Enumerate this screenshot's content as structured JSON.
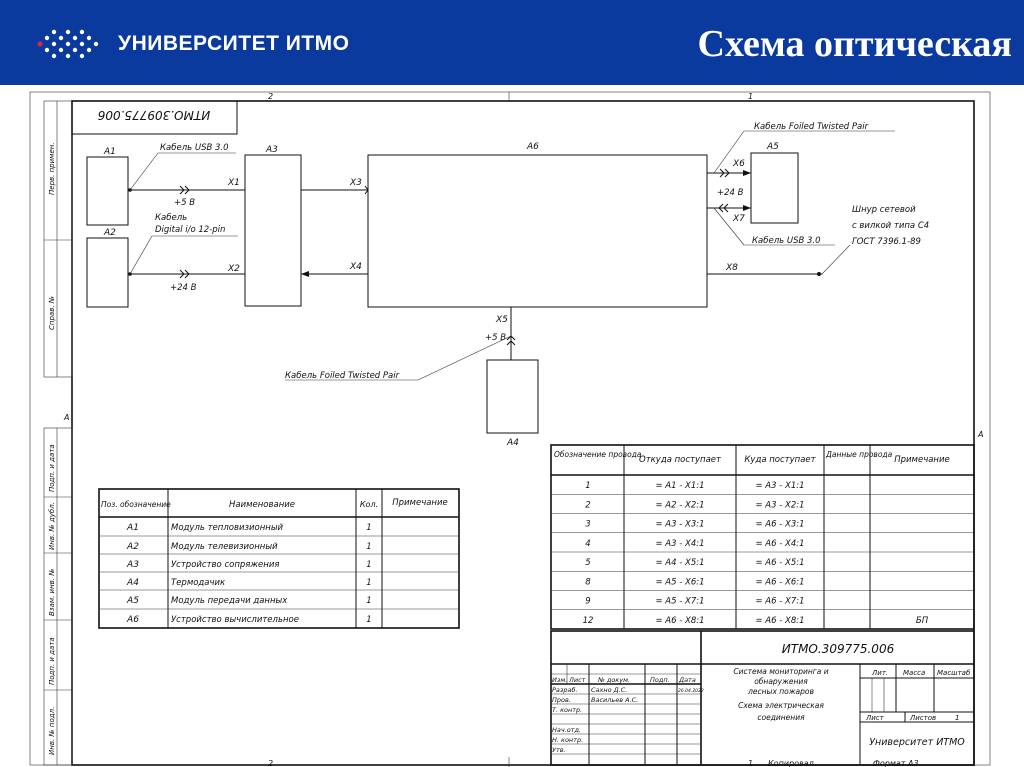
{
  "header": {
    "logo_text": "УНИВЕРСИТЕТ ИТМО",
    "title": "Схема оптическая",
    "bg_color": "#0b3a9e"
  },
  "frame": {
    "zone_top_2": "2",
    "zone_top_1": "1",
    "zone_bottom_2": "2",
    "zone_bottom_1": "1",
    "zone_left_a": "A",
    "zone_right_a": "A",
    "side_labels": [
      "Перв. примен.",
      "Справ. №",
      "Подп. и дата",
      "Инв. № дубл.",
      "Взам. инв. №",
      "Подп. и дата",
      "Инв. № подл."
    ],
    "doc_code_rotated": "ИТМО.309775.006",
    "copied": "Копировал",
    "format": "Формат А3"
  },
  "diagram": {
    "blocks": [
      "A1",
      "A2",
      "A3",
      "A4",
      "A5",
      "A6"
    ],
    "connectors": [
      "X1",
      "X2",
      "X3",
      "X4",
      "X5",
      "X6",
      "X7",
      "X8"
    ],
    "cable_usb_left": "Кабель USB 3.0",
    "cable_digital_1": "Кабель",
    "cable_digital_2": "Digital i/o 12-pin",
    "v5_left": "+5 В",
    "v24_left": "+24 В",
    "cable_ftp_top": "Кабель Foiled Twisted Pair",
    "v24_right": "+24 В",
    "cable_usb_right": "Кабель USB 3.0",
    "power_1": "Шнур сетевой",
    "power_2": "с вилкой типа С4",
    "power_3": "ГОСТ 7396.1-89",
    "v5_bottom": "+5 В",
    "cable_ftp_bottom": "Кабель Foiled Twisted Pair"
  },
  "components": {
    "headers": [
      "Поз. обозначение",
      "Наименование",
      "Кол.",
      "Примечание"
    ],
    "rows": [
      {
        "pos": "A1",
        "name": "Модуль тепловизионный",
        "qty": "1",
        "note": ""
      },
      {
        "pos": "A2",
        "name": "Модуль телевизионный",
        "qty": "1",
        "note": ""
      },
      {
        "pos": "A3",
        "name": "Устройство сопряжения",
        "qty": "1",
        "note": ""
      },
      {
        "pos": "A4",
        "name": "Термодачик",
        "qty": "1",
        "note": ""
      },
      {
        "pos": "A5",
        "name": "Модуль передачи данных",
        "qty": "1",
        "note": ""
      },
      {
        "pos": "A6",
        "name": "Устройство вычислительное",
        "qty": "1",
        "note": ""
      }
    ]
  },
  "wires": {
    "headers": [
      "Обозначение провода",
      "Откуда поступает",
      "Куда поступает",
      "Данные провода",
      "Примечание"
    ],
    "rows": [
      {
        "id": "1",
        "from": "= A1 - X1:1",
        "to": "= A3 - X1:1",
        "data": "",
        "note": ""
      },
      {
        "id": "2",
        "from": "= A2 - X2:1",
        "to": "= A3 - X2:1",
        "data": "",
        "note": ""
      },
      {
        "id": "3",
        "from": "= A3 - X3:1",
        "to": "= A6 - X3:1",
        "data": "",
        "note": ""
      },
      {
        "id": "4",
        "from": "= A3 - X4:1",
        "to": "= A6 - X4:1",
        "data": "",
        "note": ""
      },
      {
        "id": "5",
        "from": "= A4 - X5:1",
        "to": "= A6 - X5:1",
        "data": "",
        "note": ""
      },
      {
        "id": "8",
        "from": "= A5 - X6:1",
        "to": "= A6 - X6:1",
        "data": "",
        "note": ""
      },
      {
        "id": "9",
        "from": "= A5 - X7:1",
        "to": "= A6 - X7:1",
        "data": "",
        "note": ""
      },
      {
        "id": "12",
        "from": "= A6 - X8:1",
        "to": "= A6 - X8:1",
        "data": "",
        "note": "БП"
      }
    ]
  },
  "stamp": {
    "code": "ИТМО.309775.006",
    "title_lines": [
      "Система мониторинга и",
      "обнаружения",
      "лесных пожаров",
      "Схема электрическая",
      "соединения"
    ],
    "col_izm": "Изм.",
    "col_list": "Лист",
    "col_doc": "№ докум.",
    "col_sign": "Подп.",
    "col_date": "Дата",
    "razrab_label": "Разраб.",
    "razrab_name": "Сахно Д.С.",
    "razrab_date": "26.04.2022",
    "prov_label": "Пров.",
    "prov_name": "Васильев А.С.",
    "tkontr": "Т. контр.",
    "nachotd": "Нач.отд.",
    "nkontr": "Н. контр.",
    "utv": "Утв.",
    "lit": "Лит.",
    "mass": "Масса",
    "scale": "Масштаб",
    "sheet": "Лист",
    "sheets": "Листов",
    "sheets_value": "1",
    "org": "Университет ИТМО"
  }
}
